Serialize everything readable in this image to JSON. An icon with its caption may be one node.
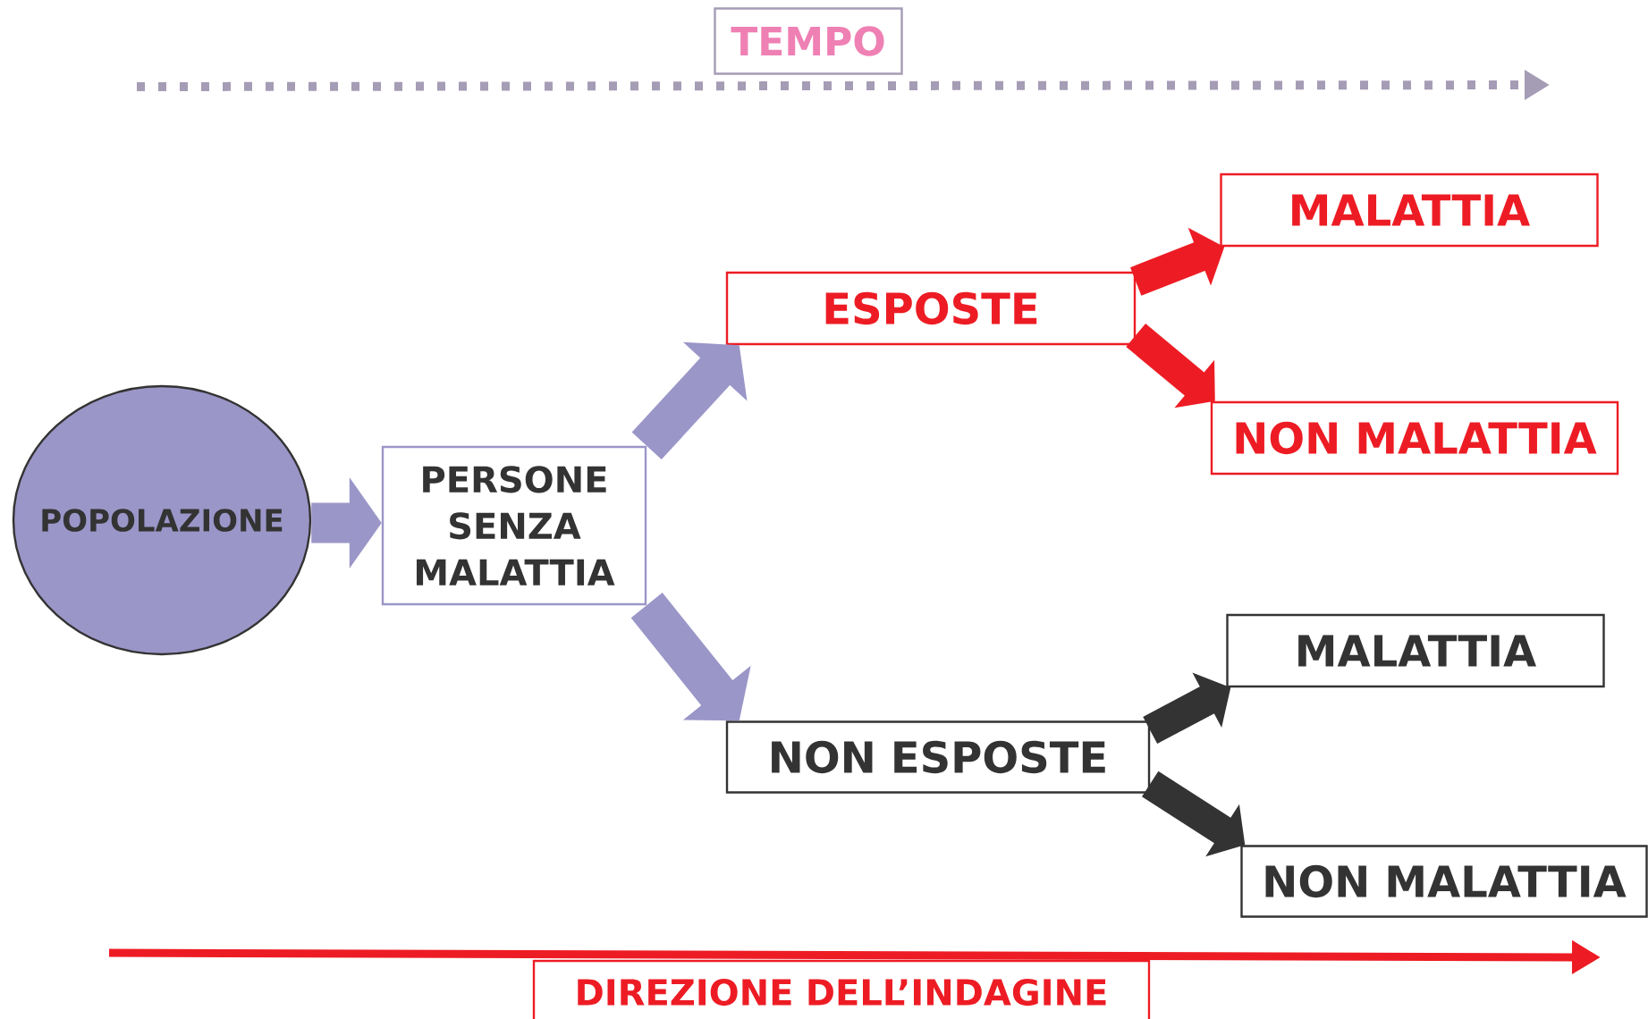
{
  "diagram": {
    "nodes": [
      {
        "text": [
          "TEMPO"
        ]
      },
      {
        "text": [
          "POPOLAZIONE"
        ]
      },
      {
        "text": [
          "PERSONE SENZA MALATTIA"
        ]
      },
      {
        "text": [
          "ESPOSTE"
        ]
      },
      {
        "text": [
          "MALATTIA"
        ]
      },
      {
        "text": [
          "NON MALATTIA"
        ]
      },
      {
        "text": [
          "NON ESPOSTE"
        ]
      },
      {
        "text": [
          "MALATTIA"
        ]
      },
      {
        "text": [
          "NON MALATTIA"
        ]
      },
      {
        "text": [
          "DIREZIONE DELL’INDAGINE"
        ]
      }
    ],
    "edges": [
      {
        "from": 1,
        "to": 2,
        "arrow": "to"
      },
      {
        "from": 2,
        "to": 3,
        "arrow": "to"
      },
      {
        "from": 2,
        "to": 6,
        "arrow": "to"
      },
      {
        "from": 3,
        "to": 4,
        "arrow": "to",
        "color": "#ed1c24"
      },
      {
        "from": 3,
        "to": 5,
        "arrow": "to",
        "color": "#ed1c24"
      },
      {
        "from": 6,
        "to": 7,
        "arrow": "to",
        "color": "#333333"
      },
      {
        "from": 6,
        "to": 8,
        "arrow": "to",
        "color": "#333333"
      }
    ]
  }
}
